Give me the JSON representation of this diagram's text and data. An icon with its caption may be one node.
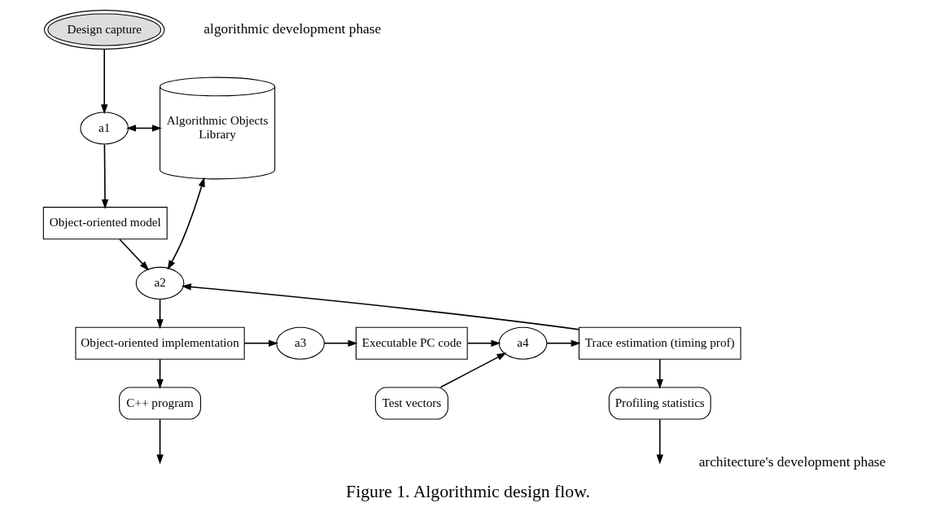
{
  "diagram": {
    "caption": "Figure 1. Algorithmic design flow.",
    "nodes": [
      {
        "text": [
          "Design capture"
        ]
      },
      {
        "text": [
          "a1"
        ]
      },
      {
        "text": [
          "Algorithmic Objects",
          "Library"
        ]
      },
      {
        "text": [
          "Object-oriented model"
        ]
      },
      {
        "text": [
          "a2"
        ]
      },
      {
        "text": [
          "Object-oriented implementation"
        ]
      },
      {
        "text": [
          "a3"
        ]
      },
      {
        "text": [
          "Executable PC code"
        ]
      },
      {
        "text": [
          "a4"
        ]
      },
      {
        "text": [
          "Trace estimation (timing prof)"
        ]
      },
      {
        "text": [
          "C++ program"
        ]
      },
      {
        "text": [
          "Test vectors"
        ]
      },
      {
        "text": [
          "Profiling statistics"
        ]
      }
    ],
    "edges": [
      {
        "from": 0,
        "to": 1,
        "arrow": "to"
      },
      {
        "from": 1,
        "to": 2,
        "arrow": "both"
      },
      {
        "from": 1,
        "to": 3,
        "arrow": "to"
      },
      {
        "from": 3,
        "to": 4,
        "arrow": "to"
      },
      {
        "from": 2,
        "to": 4,
        "arrow": "both"
      },
      {
        "from": 9,
        "to": 4,
        "arrow": "to"
      },
      {
        "from": 4,
        "to": 5,
        "arrow": "to"
      },
      {
        "from": 5,
        "to": 6,
        "arrow": "to"
      },
      {
        "from": 6,
        "to": 7,
        "arrow": "to"
      },
      {
        "from": 7,
        "to": 8,
        "arrow": "to"
      },
      {
        "from": 11,
        "to": 8,
        "arrow": "to"
      },
      {
        "from": 8,
        "to": 9,
        "arrow": "to"
      },
      {
        "from": 5,
        "to": 10,
        "arrow": "to"
      },
      {
        "from": 9,
        "to": 12,
        "arrow": "to"
      },
      {
        "from": 10,
        "to": null,
        "arrow": "to"
      },
      {
        "from": 12,
        "to": null,
        "arrow": "to"
      }
    ],
    "labels": [
      "algorithmic development phase",
      "architecture's development phase"
    ]
  }
}
